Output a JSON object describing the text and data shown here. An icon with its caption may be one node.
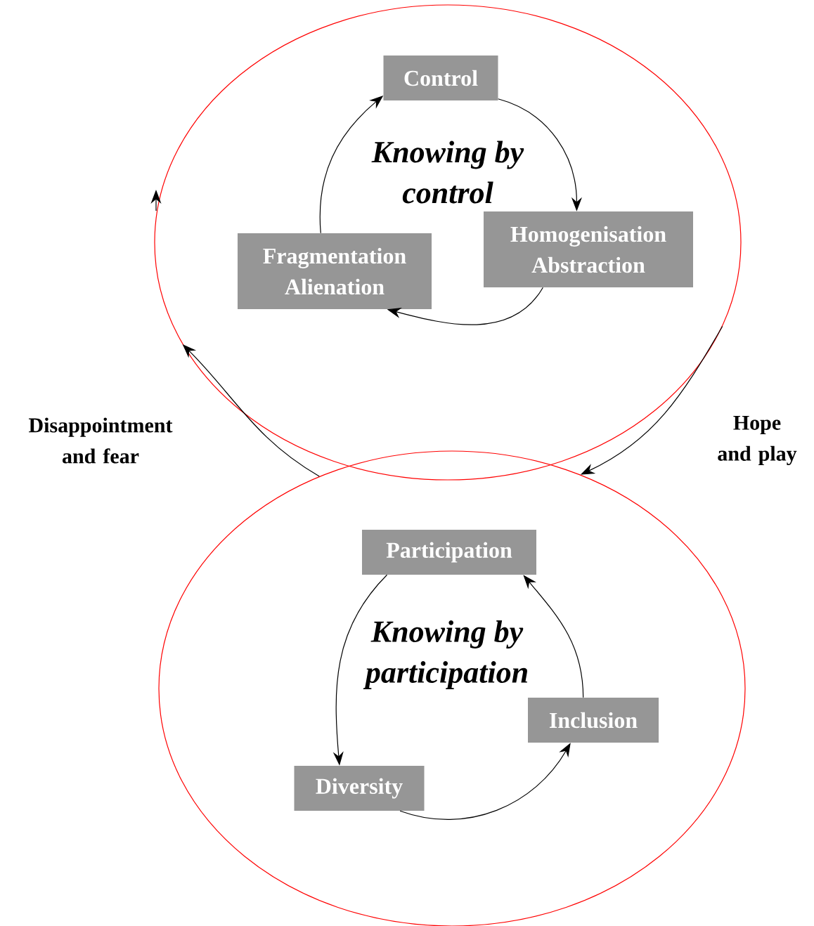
{
  "diagram": {
    "nodes": [
      {
        "text": [
          "Knowing by control"
        ]
      },
      {
        "text": [
          "Control"
        ],
        "in": 0
      },
      {
        "text": [
          "Homogenisation Abstraction"
        ],
        "in": 0
      },
      {
        "text": [
          "Fragmentation Alienation"
        ],
        "in": 0
      },
      {
        "text": [
          "Knowing by participation"
        ]
      },
      {
        "text": [
          "Participation"
        ],
        "in": 4
      },
      {
        "text": [
          "Inclusion"
        ],
        "in": 4
      },
      {
        "text": [
          "Diversity"
        ],
        "in": 4
      }
    ],
    "edges": [
      {
        "from": 1,
        "to": 2,
        "arrow": "to"
      },
      {
        "from": 2,
        "to": 3,
        "arrow": "to"
      },
      {
        "from": 3,
        "to": 1,
        "arrow": "to"
      },
      {
        "from": 5,
        "to": 7,
        "arrow": "to"
      },
      {
        "from": 7,
        "to": 6,
        "arrow": "to"
      },
      {
        "from": 6,
        "to": 5,
        "arrow": "to"
      },
      {
        "from": 4,
        "to": 0,
        "arrow": "to"
      },
      {
        "from": 0,
        "to": 4,
        "arrow": "to"
      }
    ],
    "labels": [
      "Disappointment and fear",
      "Hope and play"
    ]
  }
}
